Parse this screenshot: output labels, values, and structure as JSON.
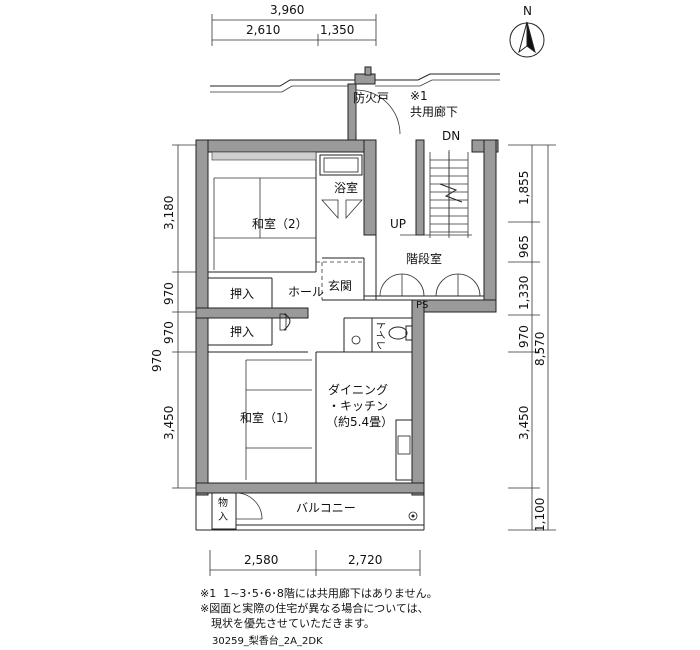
{
  "dimensions": {
    "top_total": "3,960",
    "top_left": "2,610",
    "top_right": "1,350",
    "bottom_left": "2,580",
    "bottom_right": "2,720",
    "left": [
      "3,180",
      "970",
      "970",
      "970",
      "3,450"
    ],
    "right": [
      "1,855",
      "965",
      "1,330",
      "970",
      "3,450",
      "1,100"
    ],
    "right_total": "8,570"
  },
  "rooms": {
    "fire_door": "防火戸",
    "corridor_note_mark": "※1",
    "corridor": "共用廊下",
    "stair_dn": "DN",
    "stair_up": "UP",
    "stairwell": "階段室",
    "bath": "浴室",
    "washitsu2": "和室（2）",
    "hall": "ホール",
    "entrance": "玄関",
    "oshiire1": "押入",
    "oshiire2": "押入",
    "ps": "PS",
    "toilet": "トイレ",
    "dk_line1": "ダイニング",
    "dk_line2": "・キッチン",
    "dk_line3": "（約5.4畳）",
    "washitsu1": "和室（1）",
    "storage": "物入",
    "balcony": "バルコニー"
  },
  "compass": {
    "label": "N"
  },
  "notes": [
    "※1  1~3･5･6･8階には共用廊下はありません。",
    "※図面と実際の住宅が異なる場合については、",
    "　現状を優先させていただきます。"
  ],
  "caption": "30259_梨香台_2A_2DK"
}
